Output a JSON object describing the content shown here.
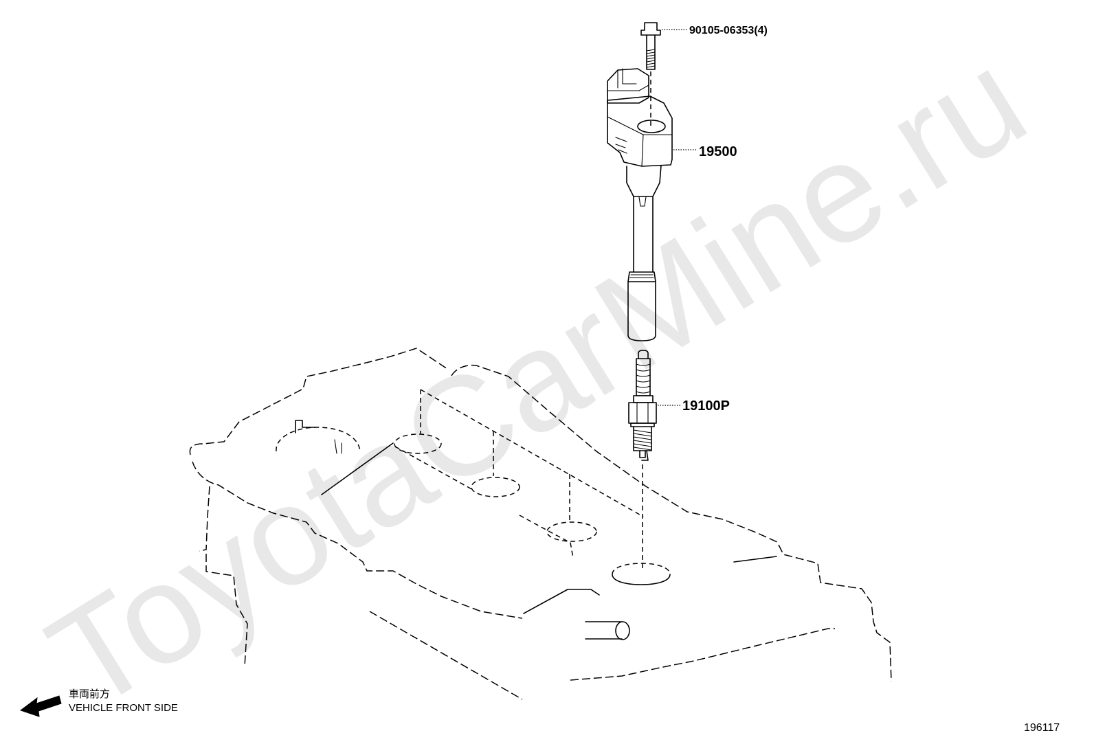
{
  "diagram": {
    "callouts": {
      "bolt": "90105-06353(4)",
      "ignition_coil": "19500",
      "spark_plug": "19100P"
    },
    "direction": {
      "label_jp": "車両前方",
      "label_en": "VEHICLE FRONT SIDE",
      "icon": "arrow-left-icon"
    },
    "illustration_number": "196117",
    "watermark": "ToyotaCarMine.ru",
    "colors": {
      "line": "#000000",
      "background": "#ffffff",
      "watermark": "#e8e8e8"
    }
  }
}
